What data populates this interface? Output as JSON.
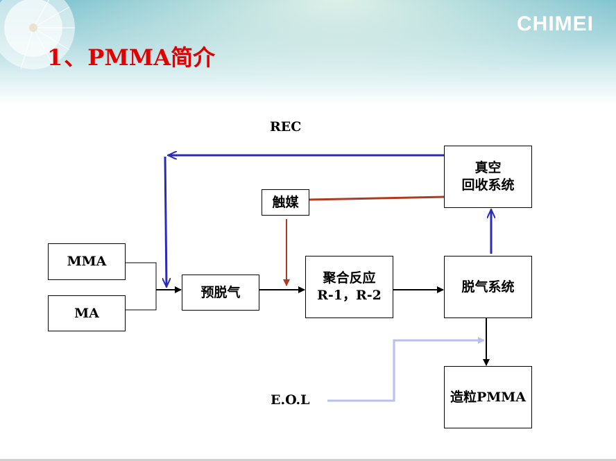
{
  "brand": "CHIMEI",
  "title": {
    "number": "1、",
    "text": "PMMA简介"
  },
  "labels": {
    "rec": "REC",
    "eol": "E.O.L"
  },
  "boxes": {
    "mma": "MMA",
    "ma": "MA",
    "predegas": "预脱气",
    "catalyst": "触媒",
    "reaction_line1": "聚合反应",
    "reaction_line2": "R-1，R-2",
    "degas": "脱气系统",
    "vacuum_line1": "真空",
    "vacuum_line2": "回收系统",
    "pellet": "造粒PMMA"
  },
  "colors": {
    "recycle": "#2a2ab8",
    "catalyst": "#b03a1e",
    "eol": "#b8c0ee",
    "flow": "#000000",
    "title": "#e00000"
  }
}
